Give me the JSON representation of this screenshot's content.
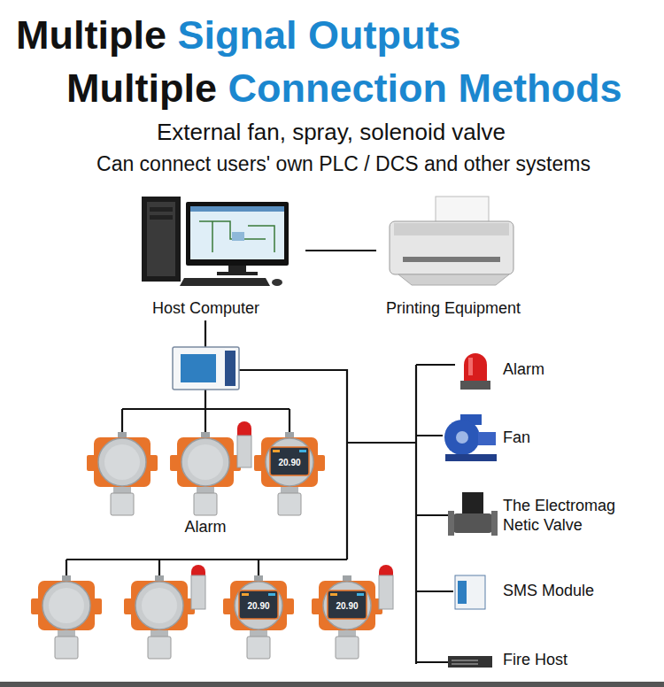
{
  "diagram": {
    "nodes": [
      {
        "text": [
          "Host Computer"
        ]
      },
      {
        "text": [
          "Printing Equipment"
        ]
      },
      {
        "text": [
          "Alarm"
        ]
      },
      {
        "text": [
          "Fan"
        ]
      },
      {
        "text": [
          "The Electromag Netic Valve"
        ]
      },
      {
        "text": [
          "SMS Module"
        ]
      },
      {
        "text": [
          "Fire Host"
        ]
      }
    ],
    "edges": [
      {
        "from": 0,
        "to": 1,
        "arrow": "none"
      }
    ],
    "labels": [
      "Multiple",
      "Signal Outputs",
      "Multiple",
      "Connection Methods",
      "External fan, spray, solenoid valve",
      "Can connect users' own PLC / DCS and other systems",
      "Alarm",
      "20.90",
      "20.90",
      "20.90"
    ]
  }
}
